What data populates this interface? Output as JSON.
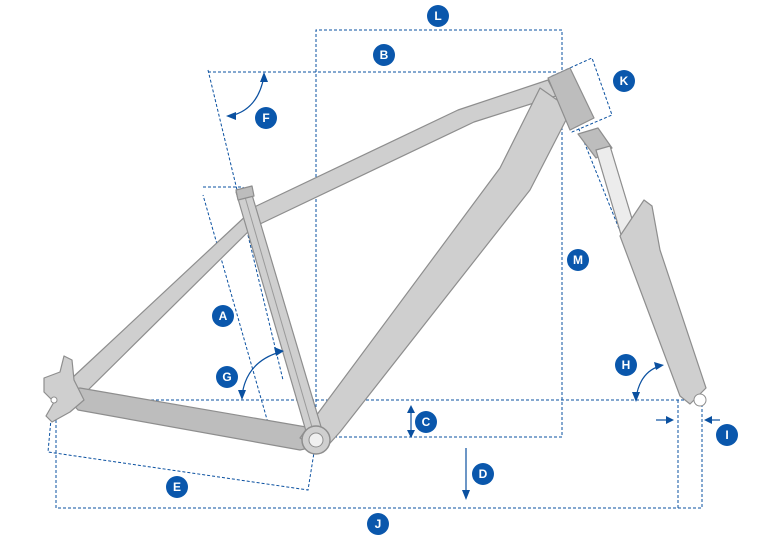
{
  "badges": {
    "A": "A",
    "B": "B",
    "C": "C",
    "D": "D",
    "E": "E",
    "F": "F",
    "G": "G",
    "H": "H",
    "I": "I",
    "J": "J",
    "K": "K",
    "L": "L",
    "M": "M"
  },
  "colors": {
    "frame_fill": "#cfcfcf",
    "frame_stroke": "#8e8e8e",
    "dimension_line": "#0a50a0",
    "badge": "#0a57ac",
    "badge_text": "#ffffff"
  }
}
